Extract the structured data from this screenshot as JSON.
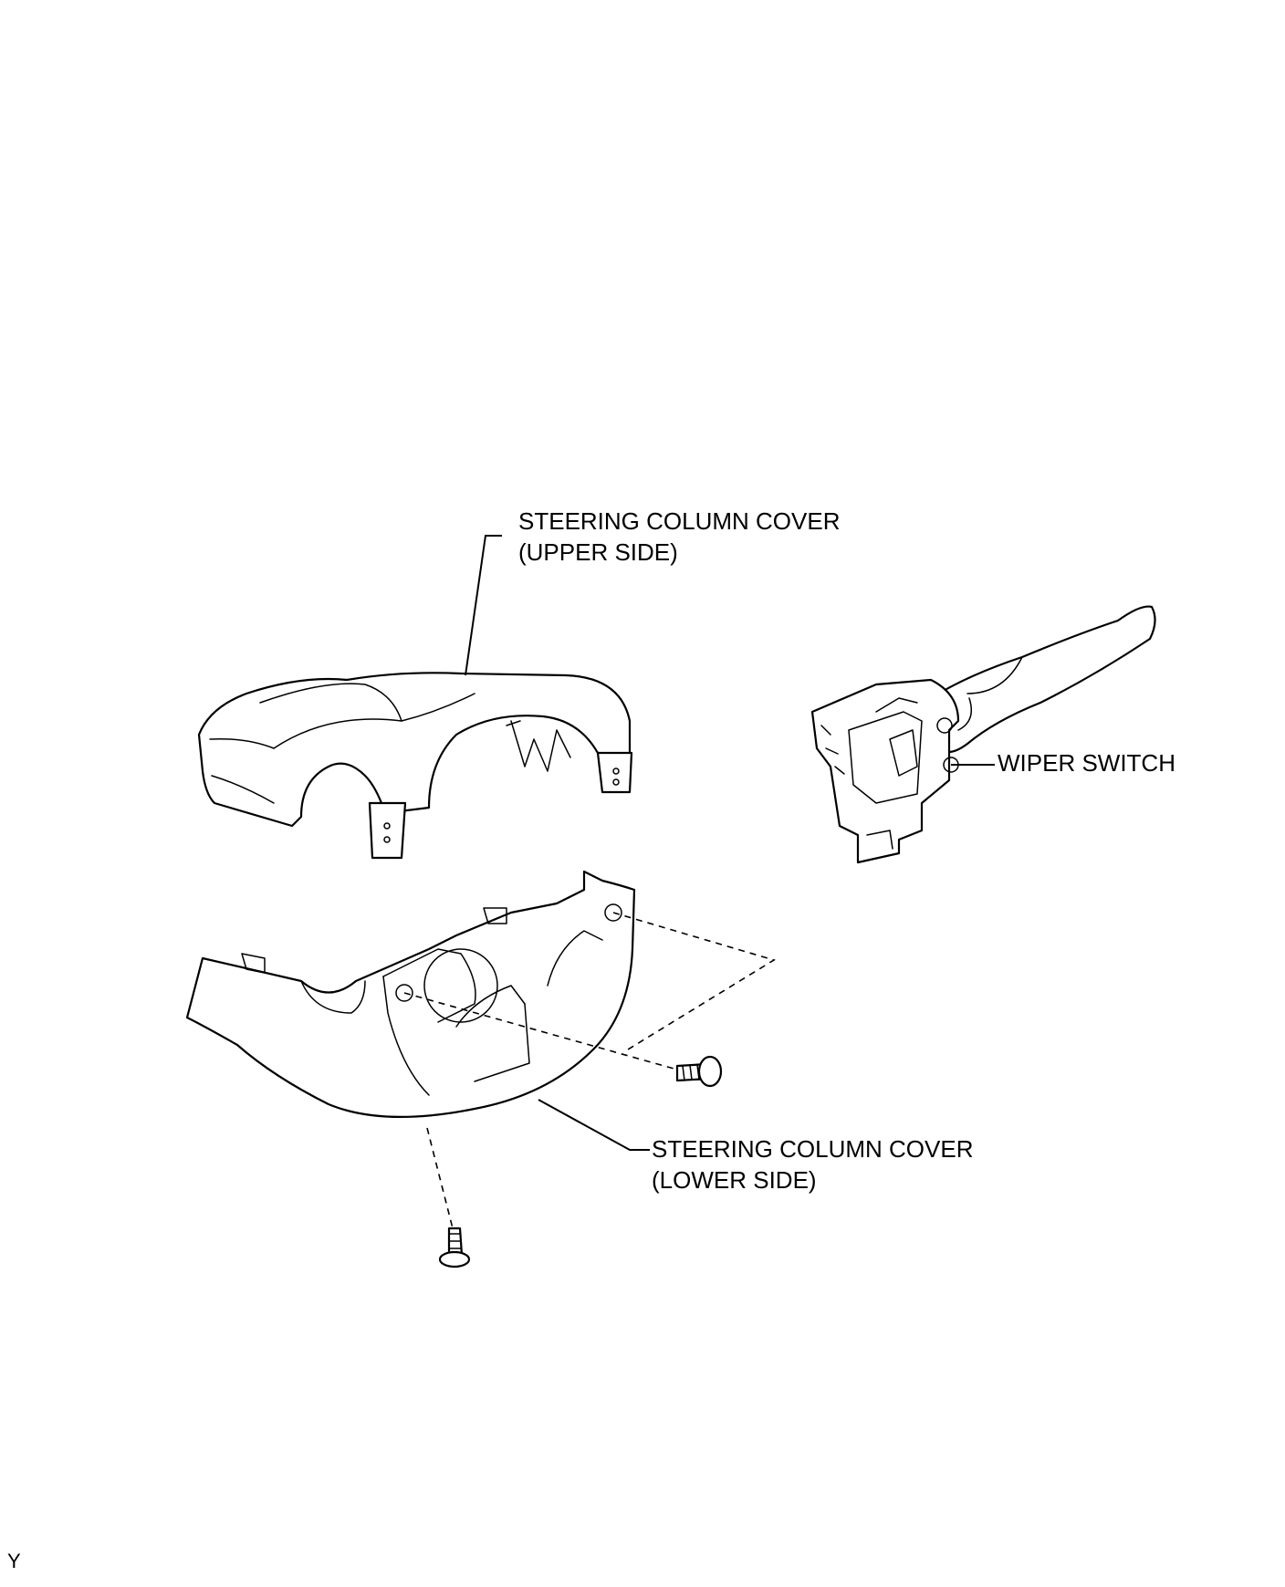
{
  "labels": {
    "upper_cover": {
      "line1": "STEERING COLUMN COVER",
      "line2": "(UPPER SIDE)"
    },
    "lower_cover": {
      "line1": "STEERING COLUMN COVER",
      "line2": "(LOWER SIDE)"
    },
    "wiper_switch": "WIPER SWITCH",
    "corner_code": "Y"
  },
  "colors": {
    "line": "#000000",
    "background": "#ffffff"
  }
}
